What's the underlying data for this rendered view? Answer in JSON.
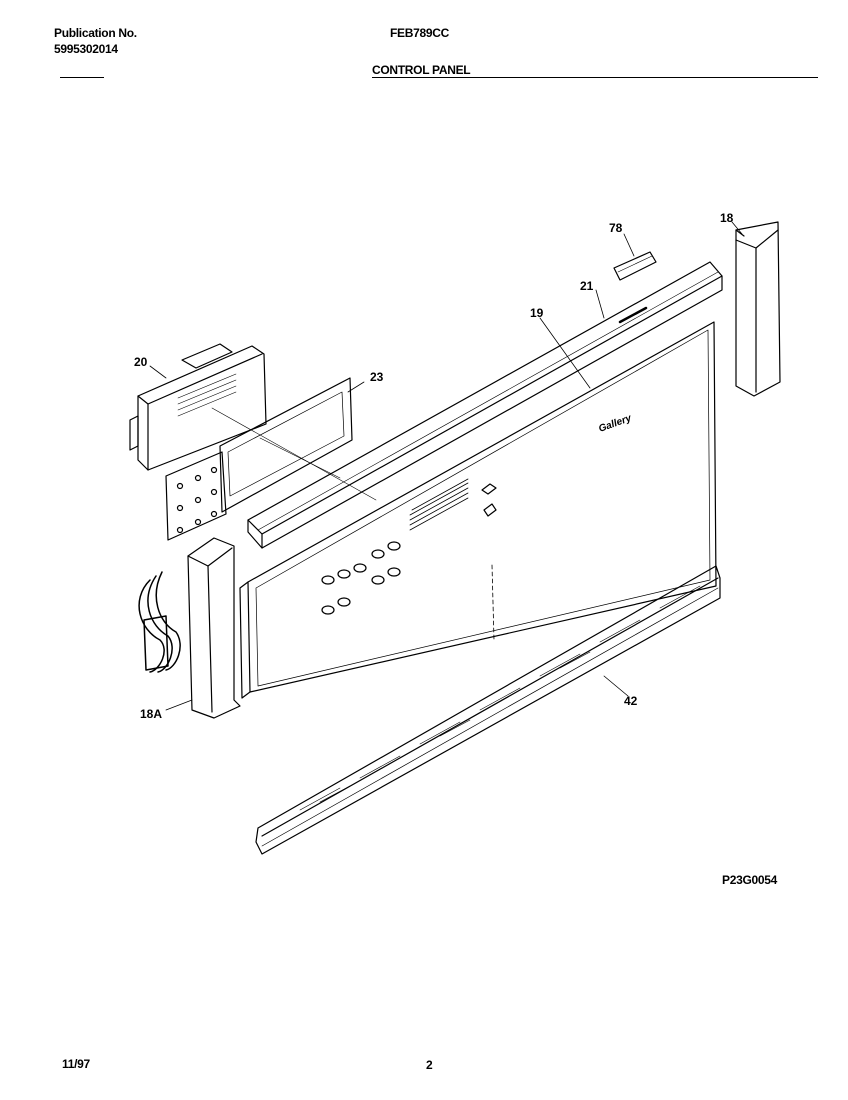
{
  "header": {
    "publication_label": "Publication No.",
    "publication_number": "5995302014",
    "model": "FEB789CC",
    "section_title": "CONTROL PANEL"
  },
  "diagram": {
    "reference_code": "P23G0054",
    "brand_text": "Gallery",
    "callouts": [
      "78",
      "18",
      "21",
      "19",
      "20",
      "23",
      "18A",
      "42"
    ]
  },
  "footer": {
    "date": "11/97",
    "page_number": "2"
  }
}
